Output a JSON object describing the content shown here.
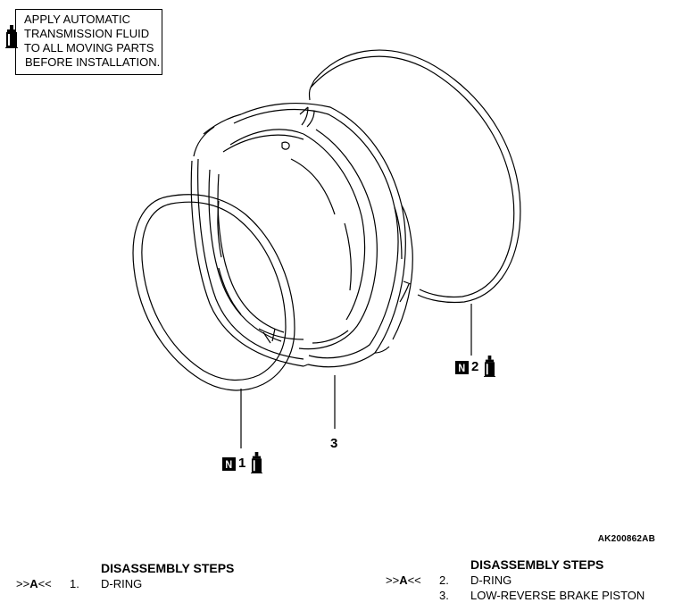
{
  "note": {
    "lines": [
      "APPLY AUTOMATIC",
      "TRANSMISSION FLUID",
      "TO ALL MOVING PARTS",
      "BEFORE INSTALLATION."
    ]
  },
  "callouts": {
    "part1": "1",
    "part2": "2",
    "part3": "3",
    "n_mark": "N"
  },
  "figure_code": "AK200862AB",
  "steps_left": {
    "title": "DISASSEMBLY STEPS",
    "marker_prefix": ">>",
    "marker_letter": "A",
    "marker_suffix": "<<",
    "items": [
      {
        "num": "1.",
        "text": "D-RING"
      }
    ]
  },
  "steps_right": {
    "title": "DISASSEMBLY STEPS",
    "marker_prefix": ">>",
    "marker_letter": "A",
    "marker_suffix": "<<",
    "items": [
      {
        "num": "2.",
        "text": "D-RING"
      },
      {
        "num": "3.",
        "text": "LOW-REVERSE BRAKE PISTON"
      }
    ]
  }
}
